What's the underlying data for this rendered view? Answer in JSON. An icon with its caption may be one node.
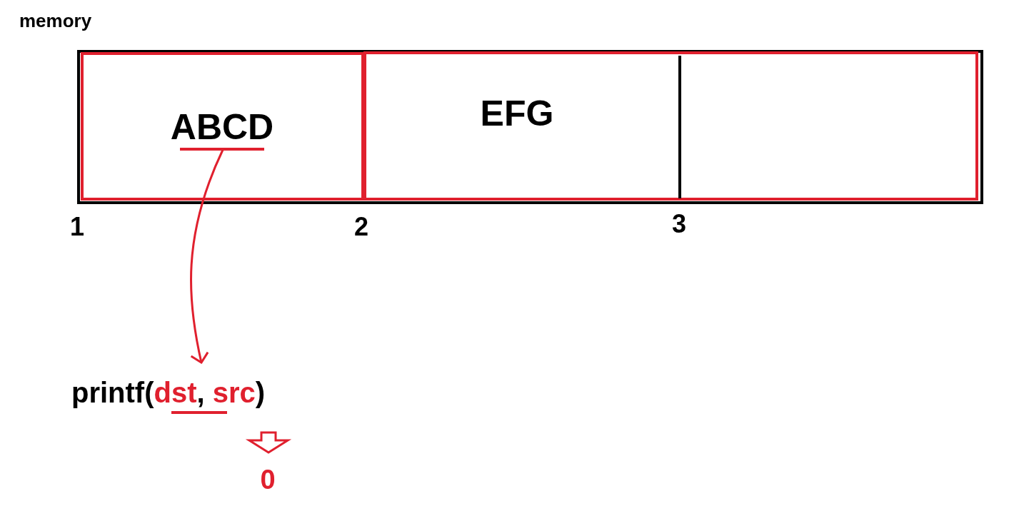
{
  "diagram": {
    "title": "memory",
    "nodes": [
      {
        "text": [
          "ABCD"
        ]
      },
      {
        "text": [
          "EFG"
        ]
      },
      {
        "text": [],
        "shape": "box"
      },
      {
        "text": [
          "printf(**dst**, **src**)"
        ]
      },
      {
        "text": [
          "0"
        ]
      }
    ],
    "edges": [
      {
        "from": 0,
        "to": 3,
        "arrow": "to"
      },
      {
        "from": 3,
        "to": 4,
        "arrow": "to",
        "style": "thick"
      }
    ],
    "labels": [
      "1",
      "2",
      "3"
    ]
  }
}
